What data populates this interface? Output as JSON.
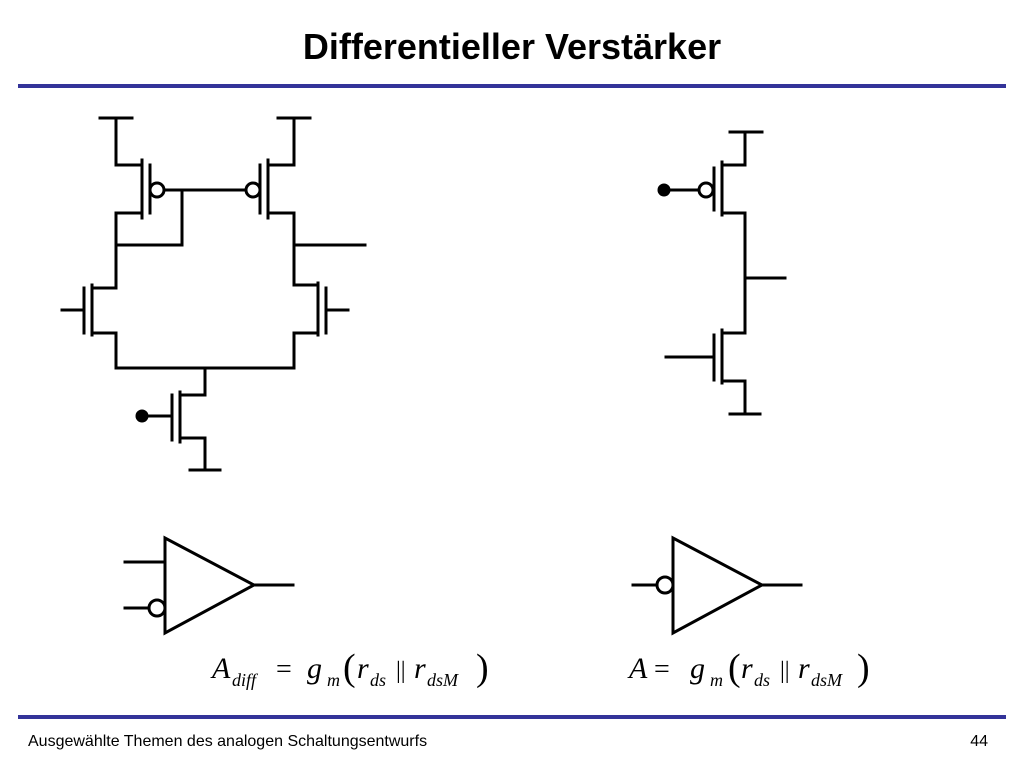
{
  "slide": {
    "title": "Differentieller Verstärker",
    "footer": "Ausgewählte Themen des analogen Schaltungsentwurfs",
    "page_number": "44"
  },
  "colors": {
    "accent": "#333399",
    "stroke": "#000000"
  }
}
